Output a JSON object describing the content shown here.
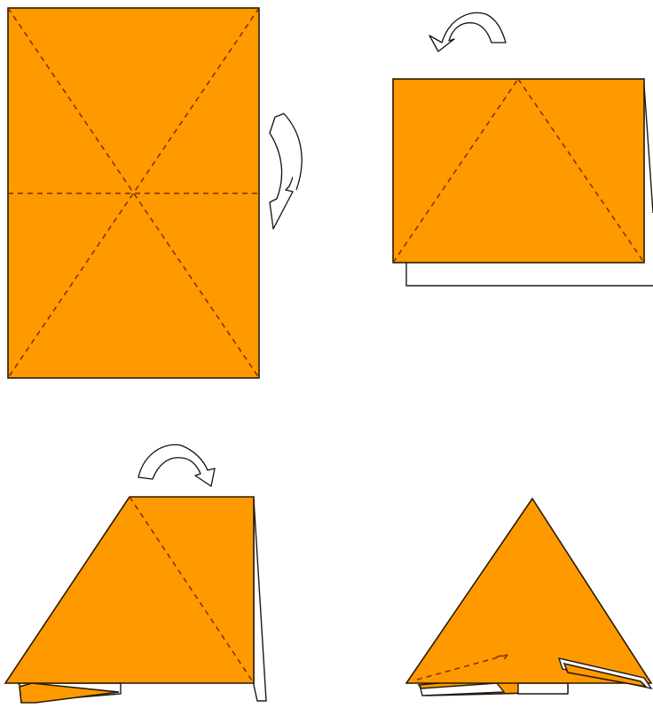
{
  "diagram": {
    "type": "origami-folding-steps",
    "step_count": 4,
    "paper_color": "#FF9900",
    "crease_color": "#7a2f00",
    "outline_color": "#2a1a00",
    "arrow_fill": "#ffffff",
    "steps": [
      {
        "name": "unfolded-sheet-with-creases",
        "arrow_icon": "fold-back-arrow-icon"
      },
      {
        "name": "folded-in-half-rectangle",
        "arrow_icon": "turn-over-arrow-icon"
      },
      {
        "name": "one-side-folded-to-triangle",
        "arrow_icon": "turn-over-arrow-icon"
      },
      {
        "name": "finished-triangle-base",
        "arrow_icon": ""
      }
    ]
  }
}
